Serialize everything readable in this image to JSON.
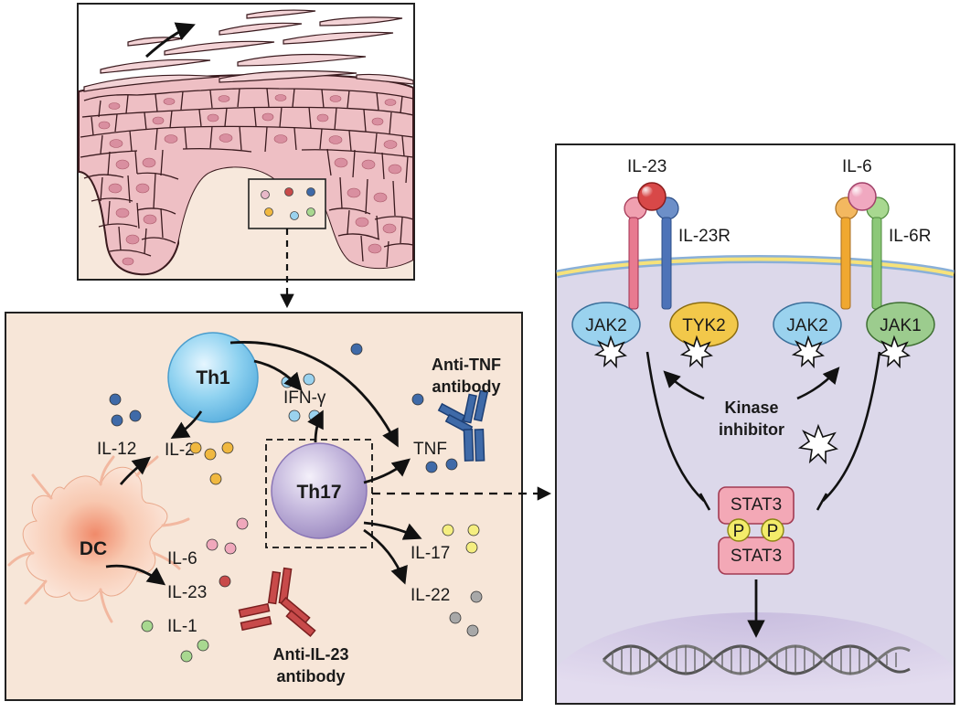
{
  "skin_panel": {},
  "immune_panel": {
    "cells": {
      "th1": "Th1",
      "th17": "Th17",
      "dc": "DC"
    },
    "cytokines": {
      "il12": "IL-12",
      "il2": "IL-2",
      "ifng": "IFN-γ",
      "tnf": "TNF",
      "il6": "IL-6",
      "il23": "IL-23",
      "il1": "IL-1",
      "il17": "IL-17",
      "il22": "IL-22"
    },
    "drugs": {
      "anti_tnf_line1": "Anti-TNF",
      "anti_tnf_line2": "antibody",
      "anti_il23_line1": "Anti-IL-23",
      "anti_il23_line2": "antibody"
    }
  },
  "signaling_panel": {
    "ligands": {
      "il23": "IL-23",
      "il6": "IL-6"
    },
    "receptors": {
      "il23r": "IL-23R",
      "il6r": "IL-6R"
    },
    "kinases": {
      "jak2_left": "JAK2",
      "tyk2": "TYK2",
      "jak2_right": "JAK2",
      "jak1": "JAK1"
    },
    "inhibitor": {
      "line1": "Kinase",
      "line2": "inhibitor"
    },
    "stat": {
      "top": "STAT3",
      "bottom": "STAT3",
      "p_left": "P",
      "p_right": "P"
    }
  },
  "colors": {
    "skin_cell": "#eebfc4",
    "dermis": "#f7e8dc",
    "immune_bg": "#f7e6d8",
    "signal_bg": "#dcd8ea",
    "membrane": "#f6e27a",
    "th1": "#7ec8ea",
    "th17": "#b5a6cf",
    "il23_red": "#c84a4a",
    "tnf_blue": "#3f6aa8"
  }
}
